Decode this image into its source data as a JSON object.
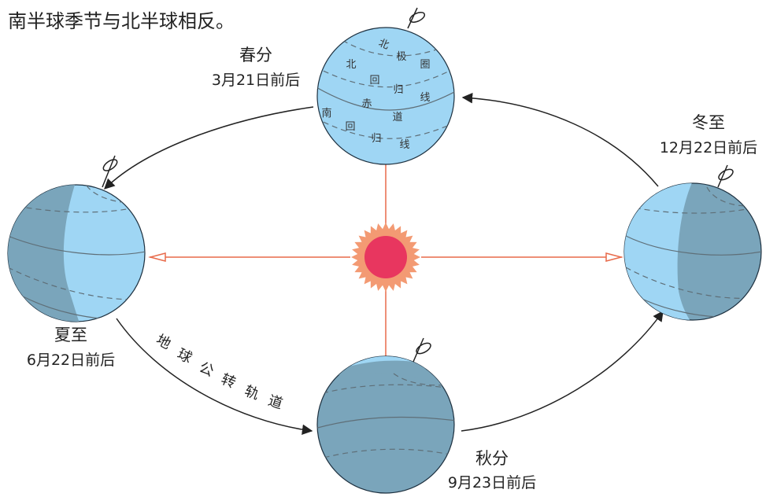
{
  "intro_text": "南半球季节与北半球相反。",
  "orbit_label": "地球公转轨道",
  "positions": [
    {
      "key": "spring",
      "season": "春分",
      "date": "3月21日前后"
    },
    {
      "key": "summer",
      "season": "夏至",
      "date": "6月22日前后"
    },
    {
      "key": "autumn",
      "season": "秋分",
      "date": "9月23日前后"
    },
    {
      "key": "winter",
      "season": "冬至",
      "date": "12月22日前后"
    }
  ],
  "globe_labels": {
    "arctic_circle": "北极圈",
    "tropic_of_cancer": "北回归线",
    "equator": "赤道",
    "tropic_of_capricorn": "南回归线"
  },
  "colors": {
    "day_side": "#9fd6f4",
    "night_side": "#7aa5bb",
    "sun_core": "#e8365f",
    "sun_rays": "#f39a73",
    "ray_lines": "#e86a4a",
    "orbit": "#222222"
  }
}
